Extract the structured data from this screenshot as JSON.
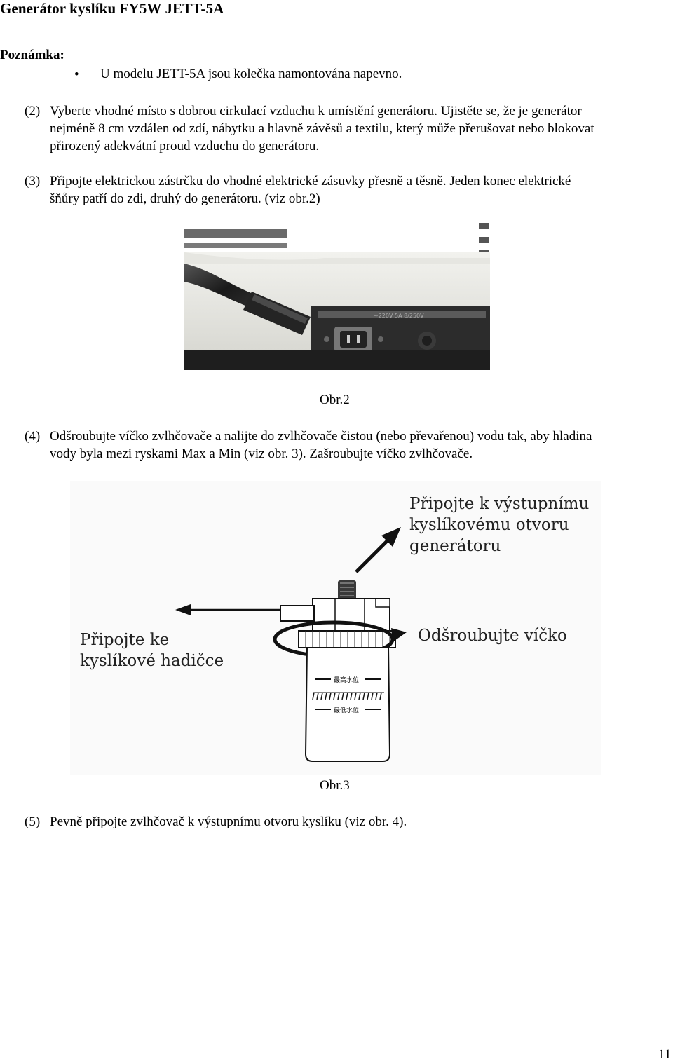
{
  "title": "Generátor kyslíku FY5W JETT-5A",
  "note": {
    "label": "Poznámka:",
    "bullet": "•",
    "items": [
      "U modelu JETT-5A jsou kolečka namontována napevno."
    ]
  },
  "steps": [
    {
      "num": "(2)",
      "lines": [
        "Vyberte vhodné místo s dobrou cirkulací vzduchu k umístění generátoru. Ujistěte se, že je generátor",
        "nejméně 8 cm vzdálen od zdí, nábytku a hlavně závěsů a textilu, který může přerušovat nebo blokovat",
        "přirozený adekvátní proud vzduchu do generátoru."
      ]
    },
    {
      "num": "(3)",
      "lines": [
        "Připojte elektrickou zástrčku do vhodné elektrické zásuvky přesně a těsně. Jeden konec elektrické",
        "šňůry patří do zdi, druhý do generátoru. (viz obr.2)"
      ]
    },
    {
      "num": "(4)",
      "lines": [
        "Odšroubujte víčko zvlhčovače a nalijte do zvlhčovače čistou (nebo převařenou) vodu tak, aby hladina",
        "vody byla mezi ryskami Max a Min (viz obr. 3). Zašroubujte víčko zvlhčovače."
      ]
    },
    {
      "num": "(5)",
      "lines": [
        "Pevně připojte zvlhčovač k výstupnímu otvoru kyslíku (viz obr. 4)."
      ]
    }
  ],
  "figures": {
    "fig2": {
      "caption": "Obr.2",
      "socket_text": "~220V    5A  8/250V"
    },
    "fig3": {
      "caption": "Obr.3",
      "label_top": [
        "Připojte k výstupnímu",
        "kyslíkovému otvoru",
        "generátoru"
      ],
      "label_left": [
        "Připojte ke",
        "kyslíkové hadičce"
      ],
      "label_right": "Odšroubujte víčko",
      "max_mark": "最高水位",
      "min_mark": "最低水位"
    }
  },
  "page_number": "11"
}
